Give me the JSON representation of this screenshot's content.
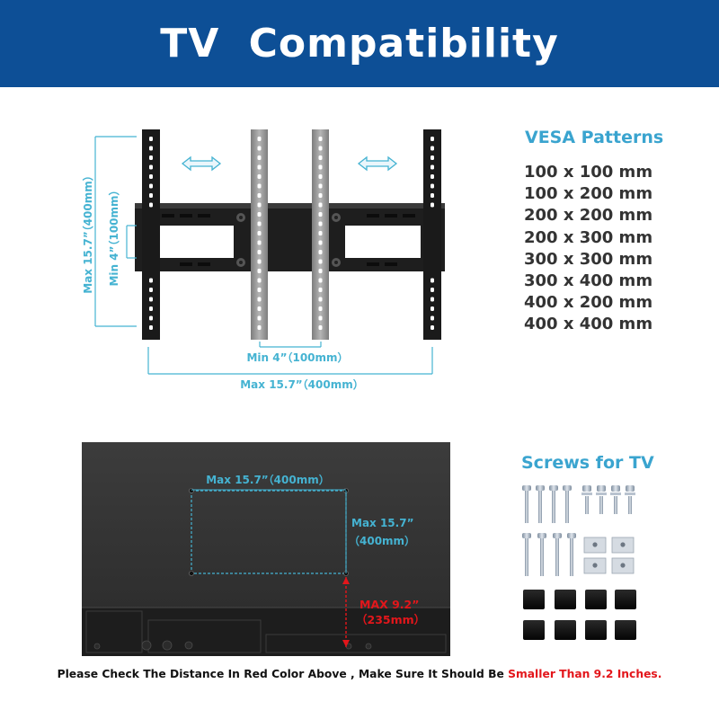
{
  "header": {
    "title": "TV  Compatibility"
  },
  "bracket": {
    "height_max_label": "Max  15.7”（400mm）",
    "height_min_label": "Min  4”（100mm）",
    "width_min_label": "Min  4”（100mm）",
    "width_max_label": "Max  15.7”（400mm）"
  },
  "vesa": {
    "title": "VESA Patterns",
    "patterns": [
      "100 x 100 mm",
      "100 x 200 mm",
      "200 x 200 mm",
      "200 x 300 mm",
      "300 x 300 mm",
      "300 x 400 mm",
      "400 x 200 mm",
      "400 x 400 mm"
    ]
  },
  "tv_back": {
    "width_label": "Max  15.7”（400mm）",
    "height_label_line1": "Max  15.7”",
    "height_label_line2": "（400mm）",
    "distance_label_line1": "MAX  9.2”",
    "distance_label_line2": "（235mm）"
  },
  "screws": {
    "title": "Screws for TV"
  },
  "note": {
    "text": "Please Check The Distance In Red Color Above , Make Sure It Should Be ",
    "highlight": "Smaller Than 9.2 Inches."
  },
  "colors": {
    "banner": "#0d4f96",
    "accent_blue": "#45b3d2",
    "warning_red": "#e3161b"
  }
}
